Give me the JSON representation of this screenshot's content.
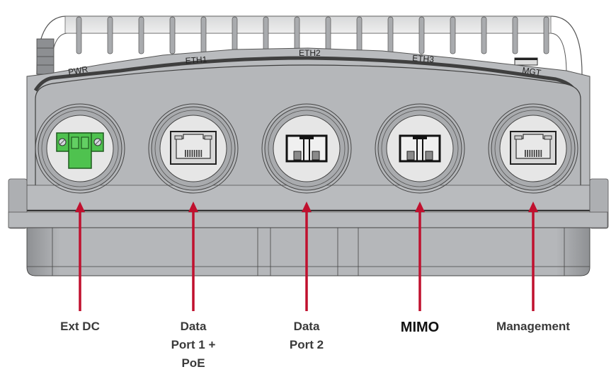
{
  "diagram": {
    "colors": {
      "body": "#b7b9bc",
      "body_dark": "#a4a6a9",
      "rail": "#e2e3e4",
      "port_face": "#e6e6e6",
      "arrow": "#c0102e",
      "green": "#4fc24f"
    },
    "silkscreen": {
      "pwr": "PWR",
      "eth1": "ETH1",
      "eth2": "ETH2",
      "eth3": "ETH3",
      "mgt": "MGT"
    },
    "ports": [
      {
        "id": "ext-dc",
        "icon": "terminal-block-icon",
        "lines": [
          "Ext DC"
        ]
      },
      {
        "id": "data-port-1",
        "icon": "rj45-icon",
        "lines": [
          "Data",
          "Port 1 +",
          "PoE"
        ]
      },
      {
        "id": "data-port-2",
        "icon": "sfp-icon",
        "lines": [
          "Data",
          "Port 2"
        ]
      },
      {
        "id": "mimo",
        "icon": "sfp-icon",
        "lines": [
          "MIMO"
        ]
      },
      {
        "id": "management",
        "icon": "rj45-icon",
        "lines": [
          "Management"
        ]
      }
    ]
  }
}
